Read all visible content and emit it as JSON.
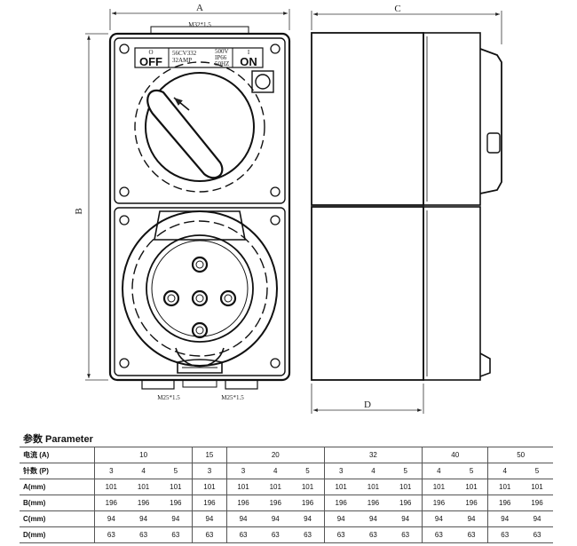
{
  "drawing": {
    "labels": {
      "a": "A",
      "b": "B",
      "c": "C",
      "d": "D",
      "top_thread": "M32*1.5",
      "bottom_thread_left": "M25*1.5",
      "bottom_thread_right": "M25*1.5",
      "off_symbol": "O",
      "off": "OFF",
      "on_symbol": "I",
      "on": "ON",
      "nameplate_left": [
        "56CV332",
        "32AMP"
      ],
      "nameplate_right": [
        "500V",
        "IP66",
        "50HZ"
      ]
    }
  },
  "table": {
    "title": "参数 Parameter",
    "current": {
      "label": "电流 (A)",
      "groups": [
        {
          "value": "10",
          "span": 3
        },
        {
          "value": "15",
          "span": 1
        },
        {
          "value": "20",
          "span": 3
        },
        {
          "value": "32",
          "span": 3
        },
        {
          "value": "40",
          "span": 2
        },
        {
          "value": "50",
          "span": 2
        }
      ]
    },
    "rows": [
      {
        "label": "针数 (P)",
        "values": [
          "3",
          "4",
          "5",
          "3",
          "3",
          "4",
          "5",
          "3",
          "4",
          "5",
          "4",
          "5",
          "4",
          "5"
        ]
      },
      {
        "label": "A(mm)",
        "values": [
          "101",
          "101",
          "101",
          "101",
          "101",
          "101",
          "101",
          "101",
          "101",
          "101",
          "101",
          "101",
          "101",
          "101"
        ]
      },
      {
        "label": "B(mm)",
        "values": [
          "196",
          "196",
          "196",
          "196",
          "196",
          "196",
          "196",
          "196",
          "196",
          "196",
          "196",
          "196",
          "196",
          "196"
        ]
      },
      {
        "label": "C(mm)",
        "values": [
          "94",
          "94",
          "94",
          "94",
          "94",
          "94",
          "94",
          "94",
          "94",
          "94",
          "94",
          "94",
          "94",
          "94"
        ]
      },
      {
        "label": "D(mm)",
        "values": [
          "63",
          "63",
          "63",
          "63",
          "63",
          "63",
          "63",
          "63",
          "63",
          "63",
          "63",
          "63",
          "63",
          "63"
        ]
      }
    ]
  }
}
